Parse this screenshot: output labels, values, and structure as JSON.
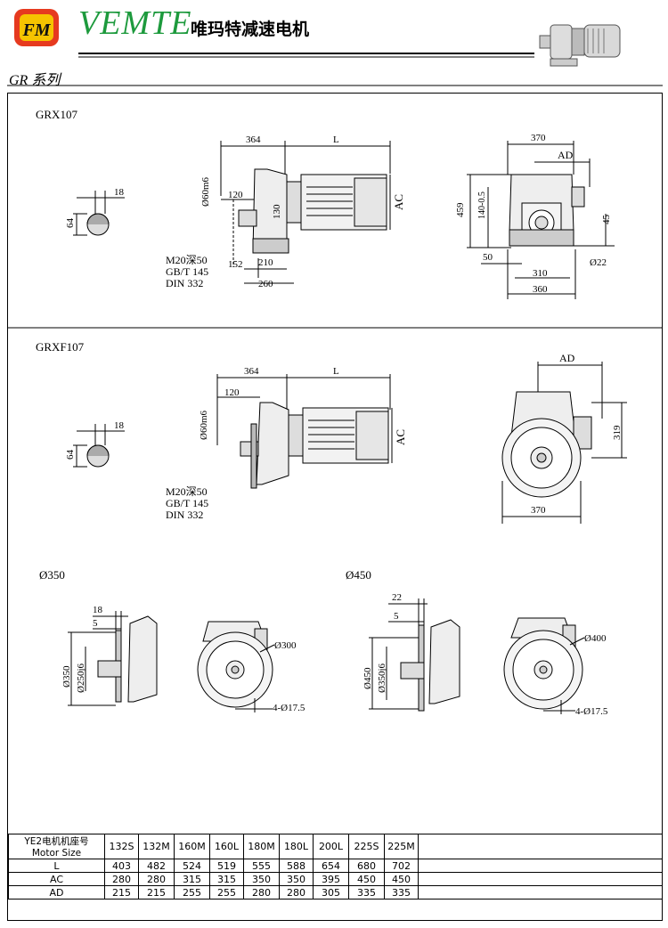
{
  "header": {
    "logo_text": "FM",
    "brand": "VEMTE",
    "brand_cn": "唯玛特减速电机",
    "series": "GR 系列"
  },
  "sections": {
    "grx": {
      "title": "GRX107",
      "dims": {
        "d364": "364",
        "L": "L",
        "d370": "370",
        "AD": "AD",
        "d18": "18",
        "d64": "64",
        "d60": "Ø60m6",
        "d120": "120",
        "d130": "130",
        "AC": "AC",
        "d459": "459",
        "d140": "140-0.5",
        "d45": "45",
        "d50": "50",
        "d310": "310",
        "d22": "Ø22",
        "d360": "360",
        "d152": "152",
        "d210": "210",
        "d260": "260",
        "m20": "M20深50",
        "gbt": "GB/T 145",
        "din": "DIN 332"
      }
    },
    "grxf": {
      "title": "GRXF107",
      "dims": {
        "d364": "364",
        "L": "L",
        "AD": "AD",
        "d18": "18",
        "d64": "64",
        "d120": "120",
        "d60": "Ø60m6",
        "AC": "AC",
        "d319": "319",
        "d370": "370",
        "m20": "M20深50",
        "gbt": "GB/T 145",
        "din": "DIN 332"
      }
    },
    "flange350": {
      "title": "Ø350",
      "d18": "18",
      "d5": "5",
      "d350": "Ø350",
      "d250": "Ø250j6",
      "d300": "Ø300",
      "holes": "4-Ø17.5"
    },
    "flange450": {
      "title": "Ø450",
      "d22": "22",
      "d5": "5",
      "d450": "Ø450",
      "d350": "Ø350j6",
      "d400": "Ø400",
      "holes": "4-Ø17.5"
    }
  },
  "table": {
    "header_cn": "YE2电机机座号",
    "header_en": "Motor Size",
    "sizes": [
      "132S",
      "132M",
      "160M",
      "160L",
      "180M",
      "180L",
      "200L",
      "225S",
      "225M"
    ],
    "rows": [
      {
        "label": "L",
        "values": [
          "403",
          "482",
          "524",
          "519",
          "555",
          "588",
          "654",
          "680",
          "702"
        ]
      },
      {
        "label": "AC",
        "values": [
          "280",
          "280",
          "315",
          "315",
          "350",
          "350",
          "395",
          "450",
          "450"
        ]
      },
      {
        "label": "AD",
        "values": [
          "215",
          "215",
          "255",
          "255",
          "280",
          "280",
          "305",
          "335",
          "335"
        ]
      }
    ]
  }
}
